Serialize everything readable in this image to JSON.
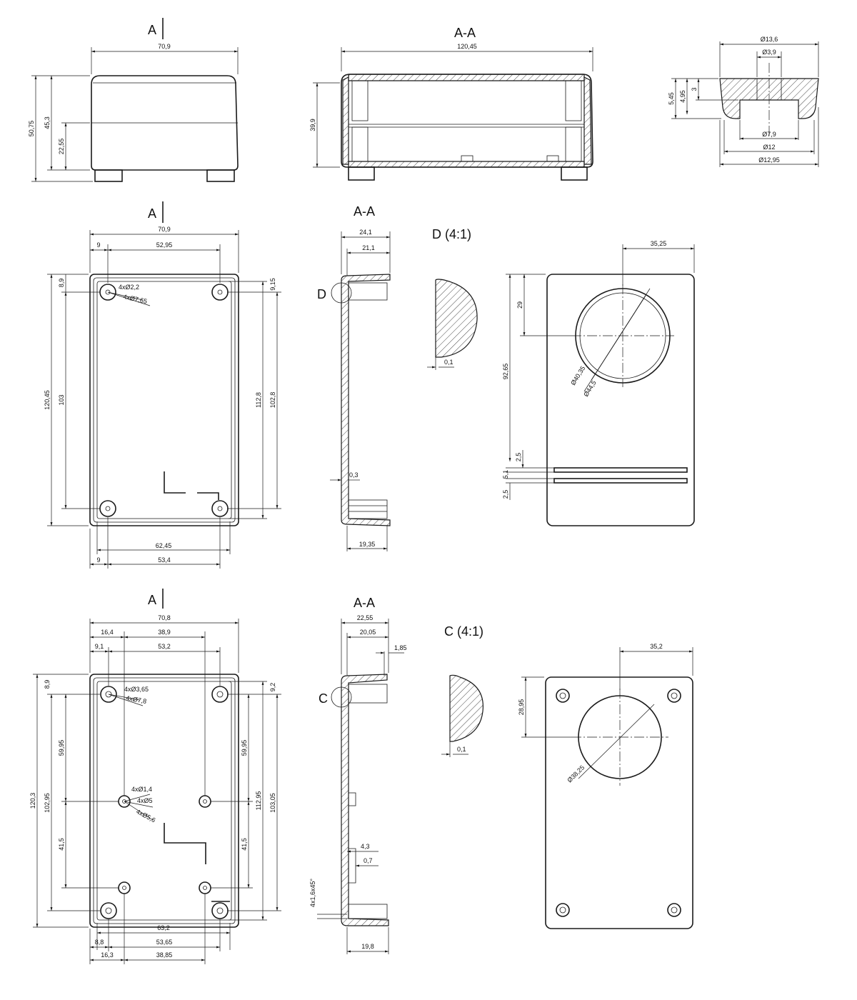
{
  "views": {
    "front_top": "A",
    "section_top": "A-A",
    "front_mid": "A",
    "section_mid": "A-A",
    "detail_d": "D (4:1)",
    "callout_d": "D",
    "front_bot": "A",
    "section_bot": "A-A",
    "detail_c": "C (4:1)",
    "callout_c": "C"
  },
  "dims": {
    "top": {
      "w": "70,9",
      "h_total": "50,75",
      "h_body": "45,3",
      "h_mid": "22,55",
      "s_w": "120,45",
      "s_h": "39,9",
      "f_d1": "Ø13,6",
      "f_d2": "Ø3,9",
      "f_d3": "Ø7,9",
      "f_d4": "Ø12",
      "f_d5": "Ø12,95",
      "f_h1": "5,45",
      "f_h2": "4,95",
      "f_h3": "3"
    },
    "mid": {
      "w": "70,9",
      "off": "9",
      "hole_span": "52,95",
      "top_off": "8,9",
      "right_off": "9,15",
      "hole_lbl1": "4xØ2,2",
      "hole_lbl2": "4xØ7,65",
      "h": "120,45",
      "h_holes": "103",
      "h_inner": "112,8",
      "h_holes_r": "102,8",
      "inner_w": "62,45",
      "b_off": "9",
      "b_span": "53,4",
      "s_w1": "24,1",
      "s_w2": "21,1",
      "s_wall": "0,3",
      "s_w3": "19,35",
      "d_gap": "0,1",
      "p_w": "35,25",
      "p_top": "29",
      "p_h": "92,65",
      "p_d1": "Ø40,35",
      "p_d2": "Ø44,5",
      "p_s1": "2,5",
      "p_s2": "5,1",
      "p_s3": "2,5"
    },
    "bot": {
      "w": "70,8",
      "a": "16,4",
      "b": "38,9",
      "c": "9,1",
      "d": "53,2",
      "top_off": "8,9",
      "right_off": "9,2",
      "hole_lbl1": "4xØ3,65",
      "hole_lbl2": "4xØ7,8",
      "h": "120,3",
      "h1": "102,95",
      "h2": "59,95",
      "h3": "41,5",
      "r1": "59,95",
      "r2": "112,95",
      "r3": "103,05",
      "r4": "41,5",
      "boss_lbl1": "4xØ1,4",
      "boss_lbl2": "4xØ5",
      "boss_lbl3": "4xØ5,6",
      "inner_w": "63,2",
      "e": "8,8",
      "f": "53,65",
      "g": "16,3",
      "h4": "38,85",
      "s_w1": "22,55",
      "s_w2": "20,05",
      "s_w3": "1,85",
      "s_x1": "4,3",
      "s_x2": "0,7",
      "s_ch": "4x1,6x45°",
      "s_w4": "19,8",
      "d_gap": "0,1",
      "p_w": "35,2",
      "p_top": "28,95",
      "p_d": "Ø38,25"
    }
  }
}
